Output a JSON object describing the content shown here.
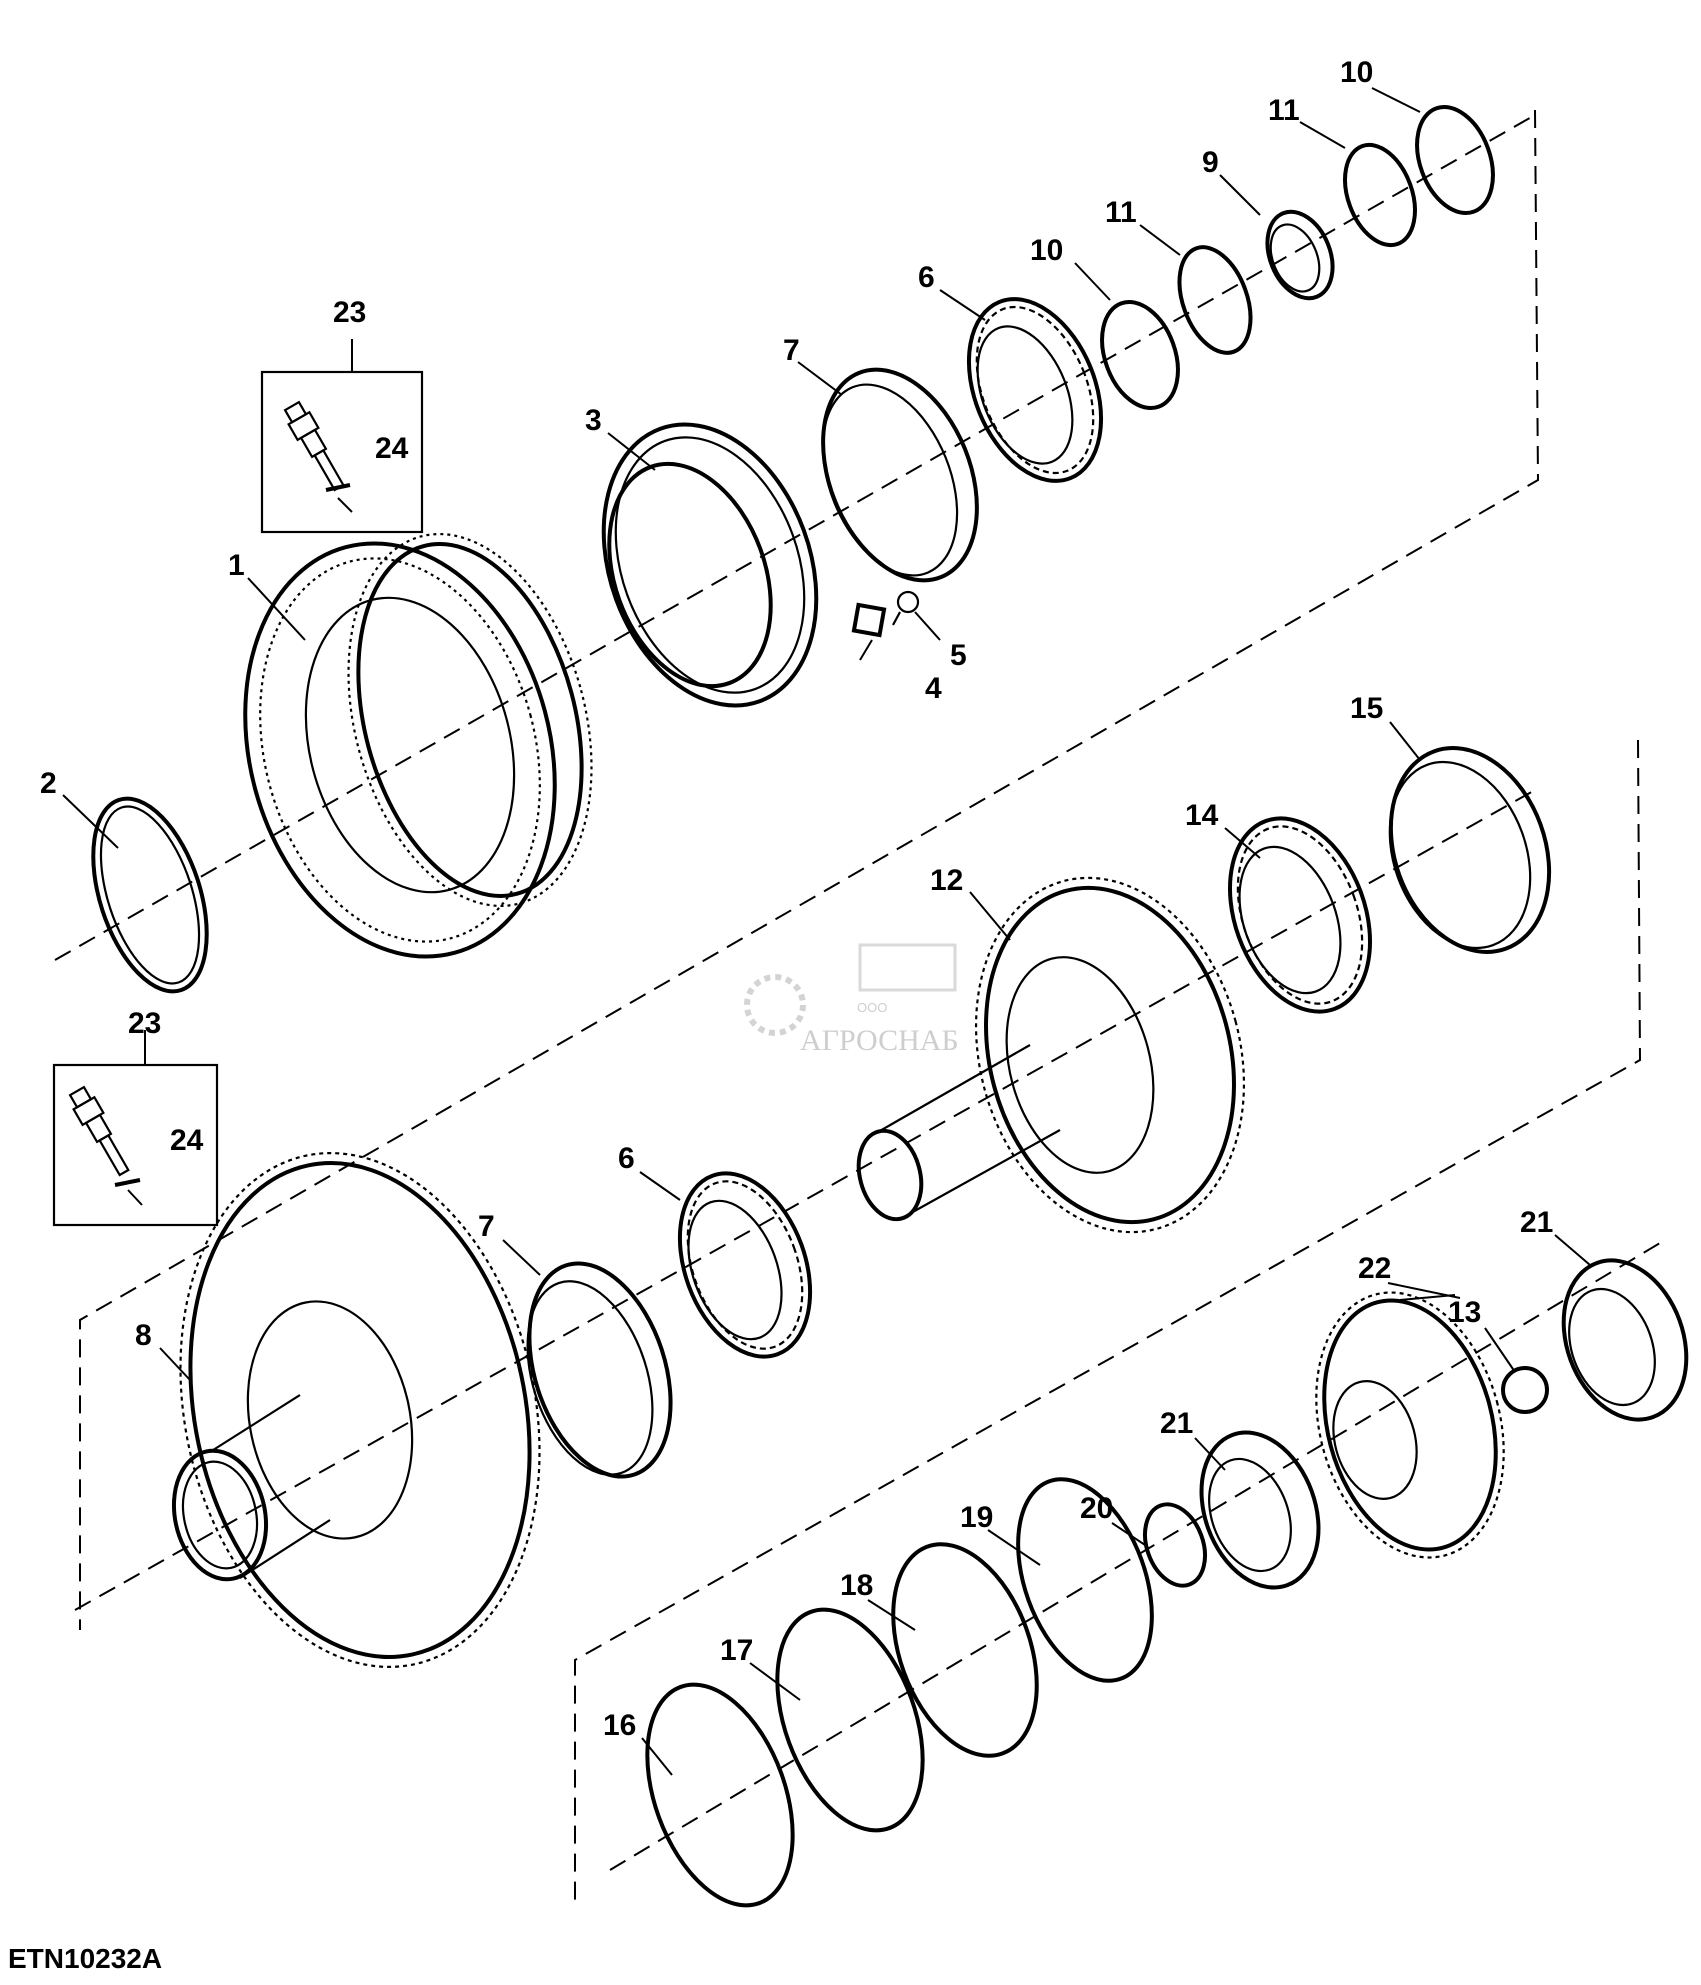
{
  "drawing_code": "ETN10232A",
  "watermark": {
    "line1": "ООО",
    "line2": "АГРОСНАБ"
  },
  "callouts": [
    {
      "id": "c1",
      "label": "1"
    },
    {
      "id": "c2",
      "label": "2"
    },
    {
      "id": "c3",
      "label": "3"
    },
    {
      "id": "c4",
      "label": "4"
    },
    {
      "id": "c5",
      "label": "5"
    },
    {
      "id": "c6a",
      "label": "6"
    },
    {
      "id": "c6b",
      "label": "6"
    },
    {
      "id": "c7a",
      "label": "7"
    },
    {
      "id": "c7b",
      "label": "7"
    },
    {
      "id": "c8",
      "label": "8"
    },
    {
      "id": "c9",
      "label": "9"
    },
    {
      "id": "c10a",
      "label": "10"
    },
    {
      "id": "c10b",
      "label": "10"
    },
    {
      "id": "c11a",
      "label": "11"
    },
    {
      "id": "c11b",
      "label": "11"
    },
    {
      "id": "c12",
      "label": "12"
    },
    {
      "id": "c13",
      "label": "13"
    },
    {
      "id": "c14",
      "label": "14"
    },
    {
      "id": "c15",
      "label": "15"
    },
    {
      "id": "c16",
      "label": "16"
    },
    {
      "id": "c17",
      "label": "17"
    },
    {
      "id": "c18",
      "label": "18"
    },
    {
      "id": "c19",
      "label": "19"
    },
    {
      "id": "c20",
      "label": "20"
    },
    {
      "id": "c21a",
      "label": "21"
    },
    {
      "id": "c21b",
      "label": "21"
    },
    {
      "id": "c22",
      "label": "22"
    },
    {
      "id": "c23a",
      "label": "23"
    },
    {
      "id": "c23b",
      "label": "23"
    },
    {
      "id": "c24a",
      "label": "24"
    },
    {
      "id": "c24b",
      "label": "24"
    }
  ]
}
